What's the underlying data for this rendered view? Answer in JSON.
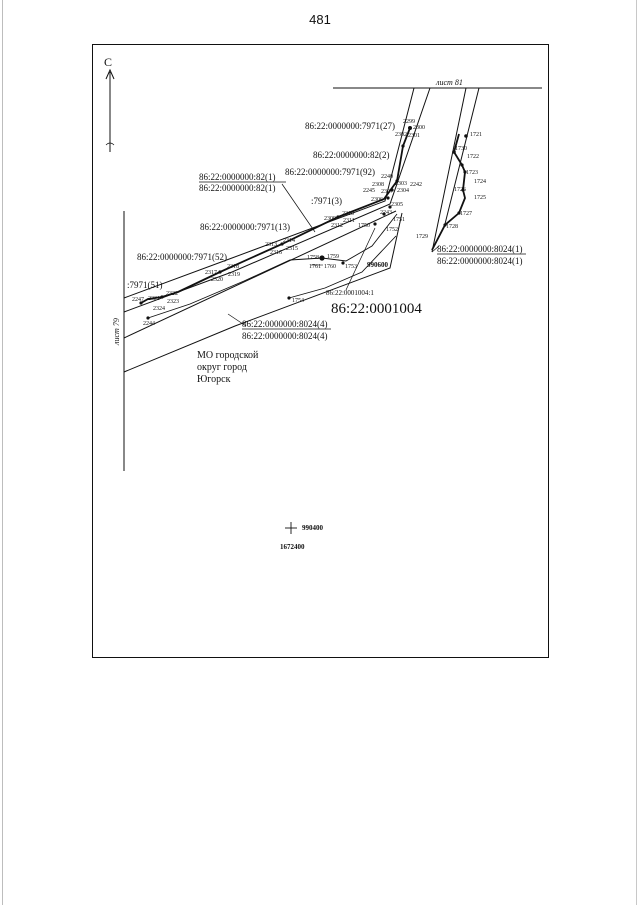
{
  "page_number": "481",
  "north_label": "С",
  "sheet_labels": {
    "top": "лист 81",
    "left": "лист 79"
  },
  "parcel_labels": {
    "p7971_27": "86:22:0000000:7971(27)",
    "p82_2": "86:22:0000000:82(2)",
    "p7971_92": "86:22:0000000:7971(92)",
    "p82_1_top": "86:22:0000000:82(1)",
    "p82_1_bottom": "86:22:0000000:82(1)",
    "p7971_3": ":7971(3)",
    "p7971_13": "86:22:0000000:7971(13)",
    "p7971_52": "86:22:0000000:7971(52)",
    "p7971_51": ":7971(51)",
    "p1004_1": "86:22:0001004:1",
    "quarter": "86:22:0001004",
    "p8024_4_top": "86:22:0000000:8024(4)",
    "p8024_4_bottom": "86:22:0000000:8024(4)",
    "p8024_1_top": "86:22:0000000:8024(1)",
    "p8024_1_bottom": "86:22:0000000:8024(1)"
  },
  "municipality": [
    "МО городской",
    "округ город",
    "Югорск"
  ],
  "grid": {
    "x_label_upper": "990600",
    "x_label_lower": "990400",
    "y_label": "1672400"
  },
  "points": {
    "p2299": "2299",
    "p2300": "2300",
    "p2301": "2301",
    "p2302": "2302",
    "p1721": "1721",
    "p1730": "1730",
    "p1722": "1722",
    "p1723": "1723",
    "p1724": "1724",
    "p1726": "1726",
    "p1725": "1725",
    "p1727": "1727",
    "p1728": "1728",
    "p1729": "1729",
    "p2240": "2240",
    "p2308": "2308",
    "p2303": "2303",
    "p2242": "2242",
    "p2245": "2245",
    "p2307": "2307",
    "p2304": "2304",
    "p2306": "2306",
    "p2305": "2305",
    "p2243": "2243",
    "p2310": "2310",
    "p2309": "2309",
    "p2311": "2311",
    "p2312": "2312",
    "p1750": "1750",
    "p1751": "1751",
    "p1752": "1752",
    "p2313": "2313",
    "p2314": "2314",
    "p2315": "2315",
    "p2316": "2316",
    "p1758": "1758",
    "p1759": "1759",
    "p1761": "1761",
    "p1760": "1760",
    "p1753": "1753",
    "p2318": "2318",
    "p2317": "2317",
    "p2319": "2319",
    "p2320": "2320",
    "p2247": "2247",
    "p2321": "2321",
    "p2322": "2322",
    "p2323": "2323",
    "p2324": "2324",
    "p2244": "2244",
    "p1754": "1754"
  }
}
